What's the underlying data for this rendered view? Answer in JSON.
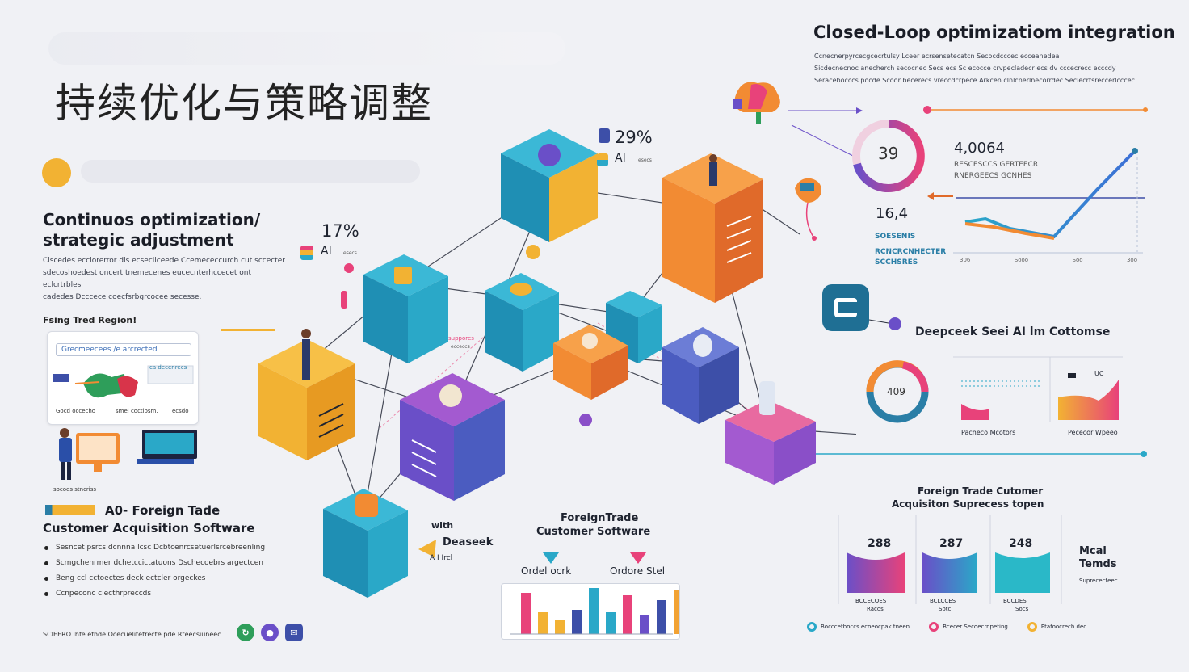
{
  "title_cn": "持续优化与策略调整",
  "left": {
    "heading": "Continuos optimization/ strategic adjustment",
    "paragraph": [
      "Ciscedes ecclorerror dis ecsecliceede Ccemececcurch cut sccecter",
      "sdecoshoedest oncert tnemecenes eucecnterhccecet ont eclcrtrbles",
      "cadedes Dcccece coecfsrbgrcocee secesse."
    ],
    "card_label": "Fsing Tred Region!",
    "card_title": "Grecmeecees /e arcrected",
    "card_note": "ca decenrecs",
    "card_bottom_left": "Gocd occecho",
    "card_bottom_mid": "smel coctlosm.",
    "card_bottom_right": "ecsdo",
    "illustration_caption": "socoes stncriss",
    "product_title_1": "A0- Foreign Tade",
    "product_title_2": "Customer Acquisition Software",
    "bullets": [
      "Sesncet psrcs dcnnna lcsc Dcbtcenrcsetuerlsrcebreenling",
      "Scmgchenrmer dchetccictatuons Dschecoebrs argectcen",
      "Beng ccl cctoectes deck ectcler orgeckes",
      "Ccnpeconc clecthrpreccds"
    ],
    "footer": "SCIEERO Ihfe efhde Ocecuelitetrecte pde Rteecsiuneec"
  },
  "center": {
    "pct_a": "17%",
    "ai_a": "AI",
    "ai_a_small": "esecs",
    "pct_b": "29%",
    "ai_b": "AI",
    "ai_b_small": "esecs",
    "suppores": "suppores",
    "suppores_small": "ecceccs",
    "with": "with",
    "deeseek": "Deaseek",
    "deeseek_sub": "A I Ircl",
    "foreign_1": "ForeignTrade",
    "foreign_2": "Customer Software",
    "order_a": "Ordel ocrk",
    "order_b": "Ordore Stel",
    "bars": [
      {
        "v": 0.85,
        "c": "#e8427a"
      },
      {
        "v": 0.45,
        "c": "#f2b233"
      },
      {
        "v": 0.3,
        "c": "#f2b233"
      },
      {
        "v": 0.5,
        "c": "#3d4fa8"
      },
      {
        "v": 0.95,
        "c": "#2aa8c8"
      },
      {
        "v": 0.45,
        "c": "#2aa8c8"
      },
      {
        "v": 0.8,
        "c": "#e8427a"
      },
      {
        "v": 0.4,
        "c": "#6a4fc8"
      },
      {
        "v": 0.7,
        "c": "#3d4fa8"
      },
      {
        "v": 0.9,
        "c": "#f2a233"
      }
    ]
  },
  "right": {
    "heading": "Closed-Loop optimizatiom integration",
    "paragraph": [
      "Ccnecnerpyrcecgcecrtulsy Lceer ecrsensetecatcn Secocdcccec ecceanedea",
      "Sicdecnecnoc anecherch secocnec Secs ecs Sc ecocce crvpecladecr ecs dv cccecrecc ecccdy",
      "Seracebocccs pocde Scoor becerecs vreccdcrpece Arkcen clnlcnerlnecorrdec Seclecrtsreccerlcccec."
    ],
    "gauge_value": "39",
    "stat_big": "4,0064",
    "stat_big_lbl_1": "RESCESCCS GERTEECR",
    "stat_big_lbl_2": "RNERGEECS GCNHES",
    "stat_small": "16,4",
    "stat_small_lbl_1": "SOESENIS",
    "stat_small_lbl_2": "RCNCRCNHECTER",
    "stat_small_lbl_3": "SCCHSRES",
    "line_ticks": [
      "306",
      "Sooo",
      "Soo",
      "3oo"
    ],
    "deepseek_title": "Deepceek Seei AI lm Cottomse",
    "gauge2_value": "409",
    "mini_left_lbl": "Pacheco Mcotors",
    "mini_right_lbl": "Pececor Wpeeo",
    "mini_right_badge": "UC",
    "cust_title_1": "Foreign Trade Cutomer",
    "cust_title_2": "Acquisiton Suprecess topen",
    "cust_cards": [
      {
        "value": "288",
        "lbl1": "BCCECOES",
        "lbl2": "Racos"
      },
      {
        "value": "287",
        "lbl1": "BCLCCES",
        "lbl2": "Sotcl"
      },
      {
        "value": "248",
        "lbl1": "BCCDES",
        "lbl2": "Socs"
      }
    ],
    "most_1": "Mcal",
    "most_2": "Temds",
    "most_sub": "Suprececteec",
    "legend": [
      {
        "text": "Bocccetboccs ecoeocpak tneen",
        "color": "#2aa8c8"
      },
      {
        "text": "Bcecer Secoecrnpeting",
        "color": "#e8427a"
      },
      {
        "text": "Ptafoocrech dec",
        "color": "#f2b233"
      }
    ]
  },
  "colors": {
    "teal": "#2aa8c8",
    "orange": "#f28b33",
    "yellow": "#f2b233",
    "purple": "#6a4fc8",
    "indigo": "#3d4fa8",
    "pink": "#e8427a"
  }
}
